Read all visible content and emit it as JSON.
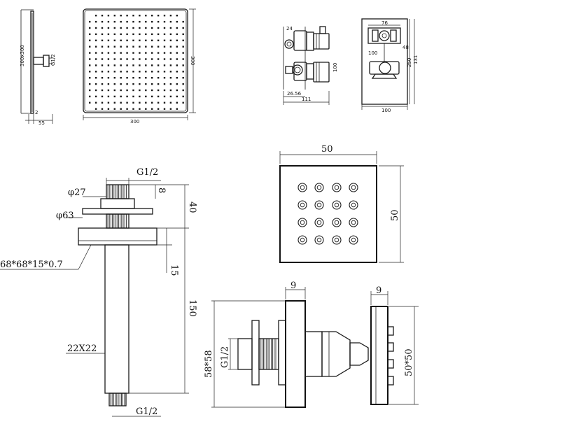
{
  "overhead_shower": {
    "side": {
      "label_range": "300x300",
      "label_thread": "G1/2",
      "dim_thickness": "2",
      "dim_depth": "55"
    },
    "front": {
      "dim_width": "300",
      "dim_height": "300"
    }
  },
  "valve": {
    "labels": [
      "26.56",
      "111",
      "100",
      "100",
      "100",
      "76",
      "250",
      "131",
      "24",
      "48"
    ]
  },
  "ceiling_arm": {
    "top_thread": "G1/2",
    "nut_diameter": "φ27",
    "flange_diameter": "φ63",
    "flange_spec": "68*68*15*0.7",
    "dim_8": "8",
    "dim_40": "40",
    "dim_15": "15",
    "dim_150": "150",
    "tube_section": "22X22",
    "bottom_thread": "G1/2"
  },
  "body_jet_front": {
    "dim_width": "50",
    "dim_height": "50",
    "rows": 4,
    "cols": 4
  },
  "body_jet_side": {
    "dim_top": "9",
    "dim_height": "58*58",
    "thread": "G1/2"
  },
  "body_jet_plate": {
    "dim_top": "9",
    "dim_height": "50*50"
  }
}
